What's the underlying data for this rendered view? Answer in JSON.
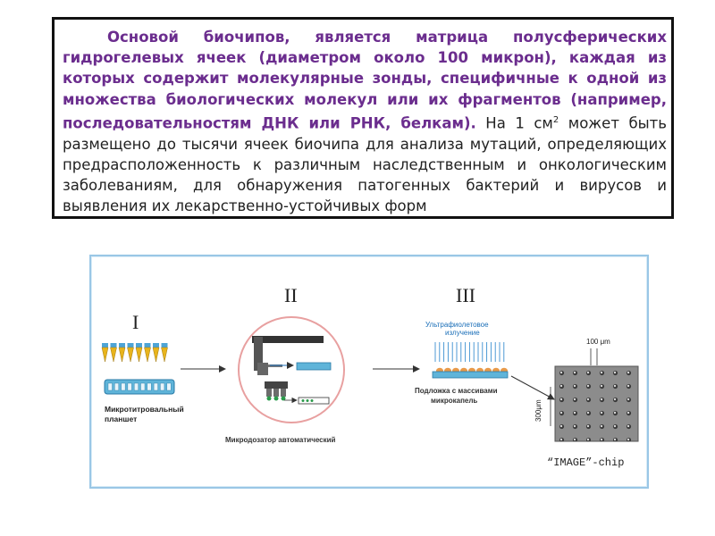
{
  "text": {
    "bold_part": "Основой биочипов, является матрица полусферических гидрогелевых ячеек (диаметром около 100 микрон), каждая из которых содержит молекулярные зонды, специфичные к одной из множества биологических молекул или их фрагментов (например, последовательностям ДНК или РНК, белкам).",
    "normal_part_1": " На 1 см",
    "superscript": "2",
    "normal_part_2": " может быть размещено до тысячи ячеек биочипа для анализа мутаций, определяющих предрасположенность к различным наследственным и онкологическим заболеваниям, для обнаружения патогенных бактерий и вирусов и выявления их лекарственно-устойчивых форм"
  },
  "diagram": {
    "stage1": {
      "numeral": "I",
      "label_line1": "Микротитровальный",
      "label_line2": "планшет"
    },
    "stage2": {
      "numeral": "II",
      "label": "Микродозатор автоматический"
    },
    "stage3": {
      "numeral": "III",
      "uv_line1": "Ультрафиолетовое",
      "uv_line2": "излучение",
      "label_line1": "Подложка с массивами",
      "label_line2": "микрокапель"
    },
    "chip": {
      "size_top": "100 μm",
      "size_side": "300μm",
      "name": "“IMAGE”-chip"
    },
    "colors": {
      "tube": "#e8b41c",
      "tube_cap": "#4ea4d6",
      "plate": "#5fb4d9",
      "circle": "#e8a0a0",
      "uv": "#3b8fd0",
      "drop": "#e89a4a",
      "chip": "#8c8c8c"
    }
  }
}
